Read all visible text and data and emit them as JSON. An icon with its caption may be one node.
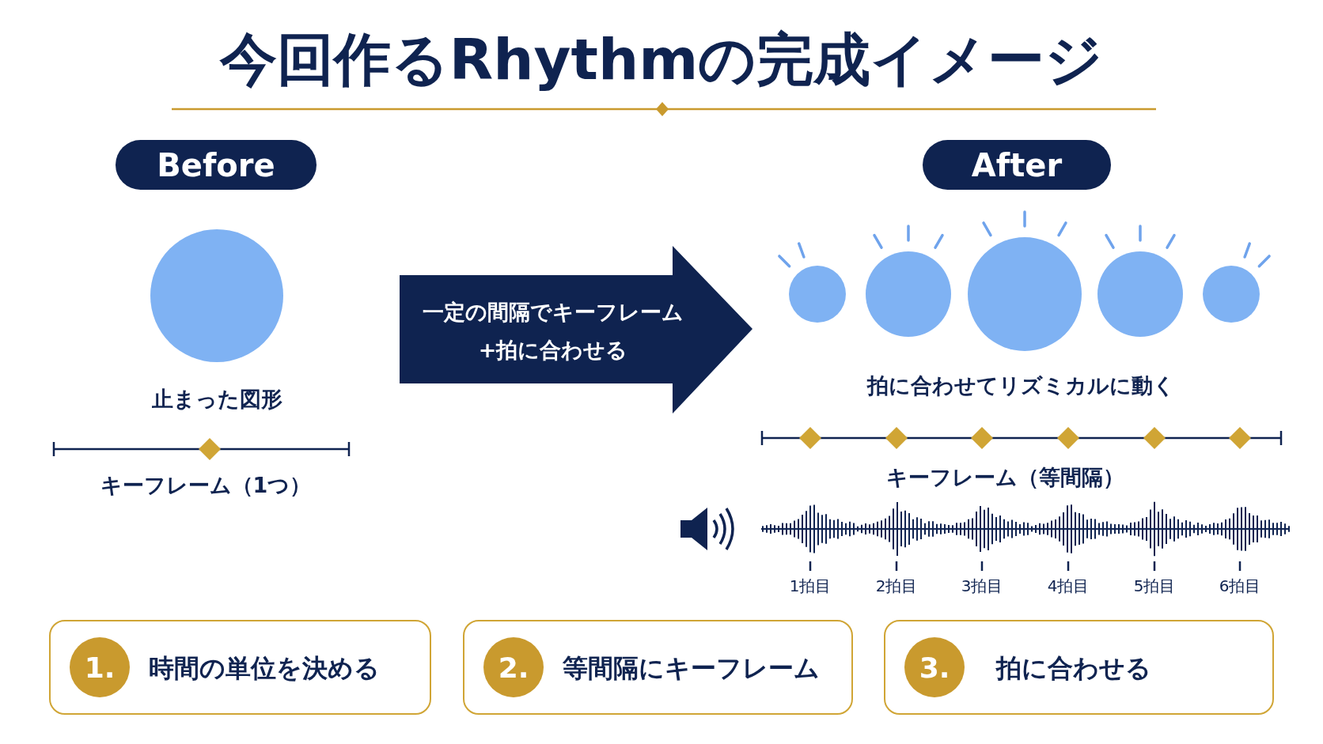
{
  "diagram": {
    "title": "今回作るRhythmの完成イメージ",
    "nodes": [
      {
        "text": [
          "Before"
        ]
      },
      {
        "text": [
          "After"
        ]
      },
      {
        "text": [
          "一定の間隔でキーフレーム+拍に合わせる"
        ]
      },
      {
        "text": [
          "1.",
          "時間の単位を決める"
        ]
      },
      {
        "text": [
          "2.",
          "等間隔にキーフレーム"
        ]
      },
      {
        "text": [
          "3.",
          "拍に合わせる"
        ]
      },
      {
        "text": [],
        "shape": "circle"
      }
    ],
    "labels": [
      "止まった図形",
      "キーフレーム（1つ）",
      "拍に合わせてリズミカルに動く",
      "キーフレーム（等間隔）",
      "1拍目",
      "2拍目",
      "3拍目",
      "4拍目",
      "5拍目",
      "6拍目"
    ]
  }
}
